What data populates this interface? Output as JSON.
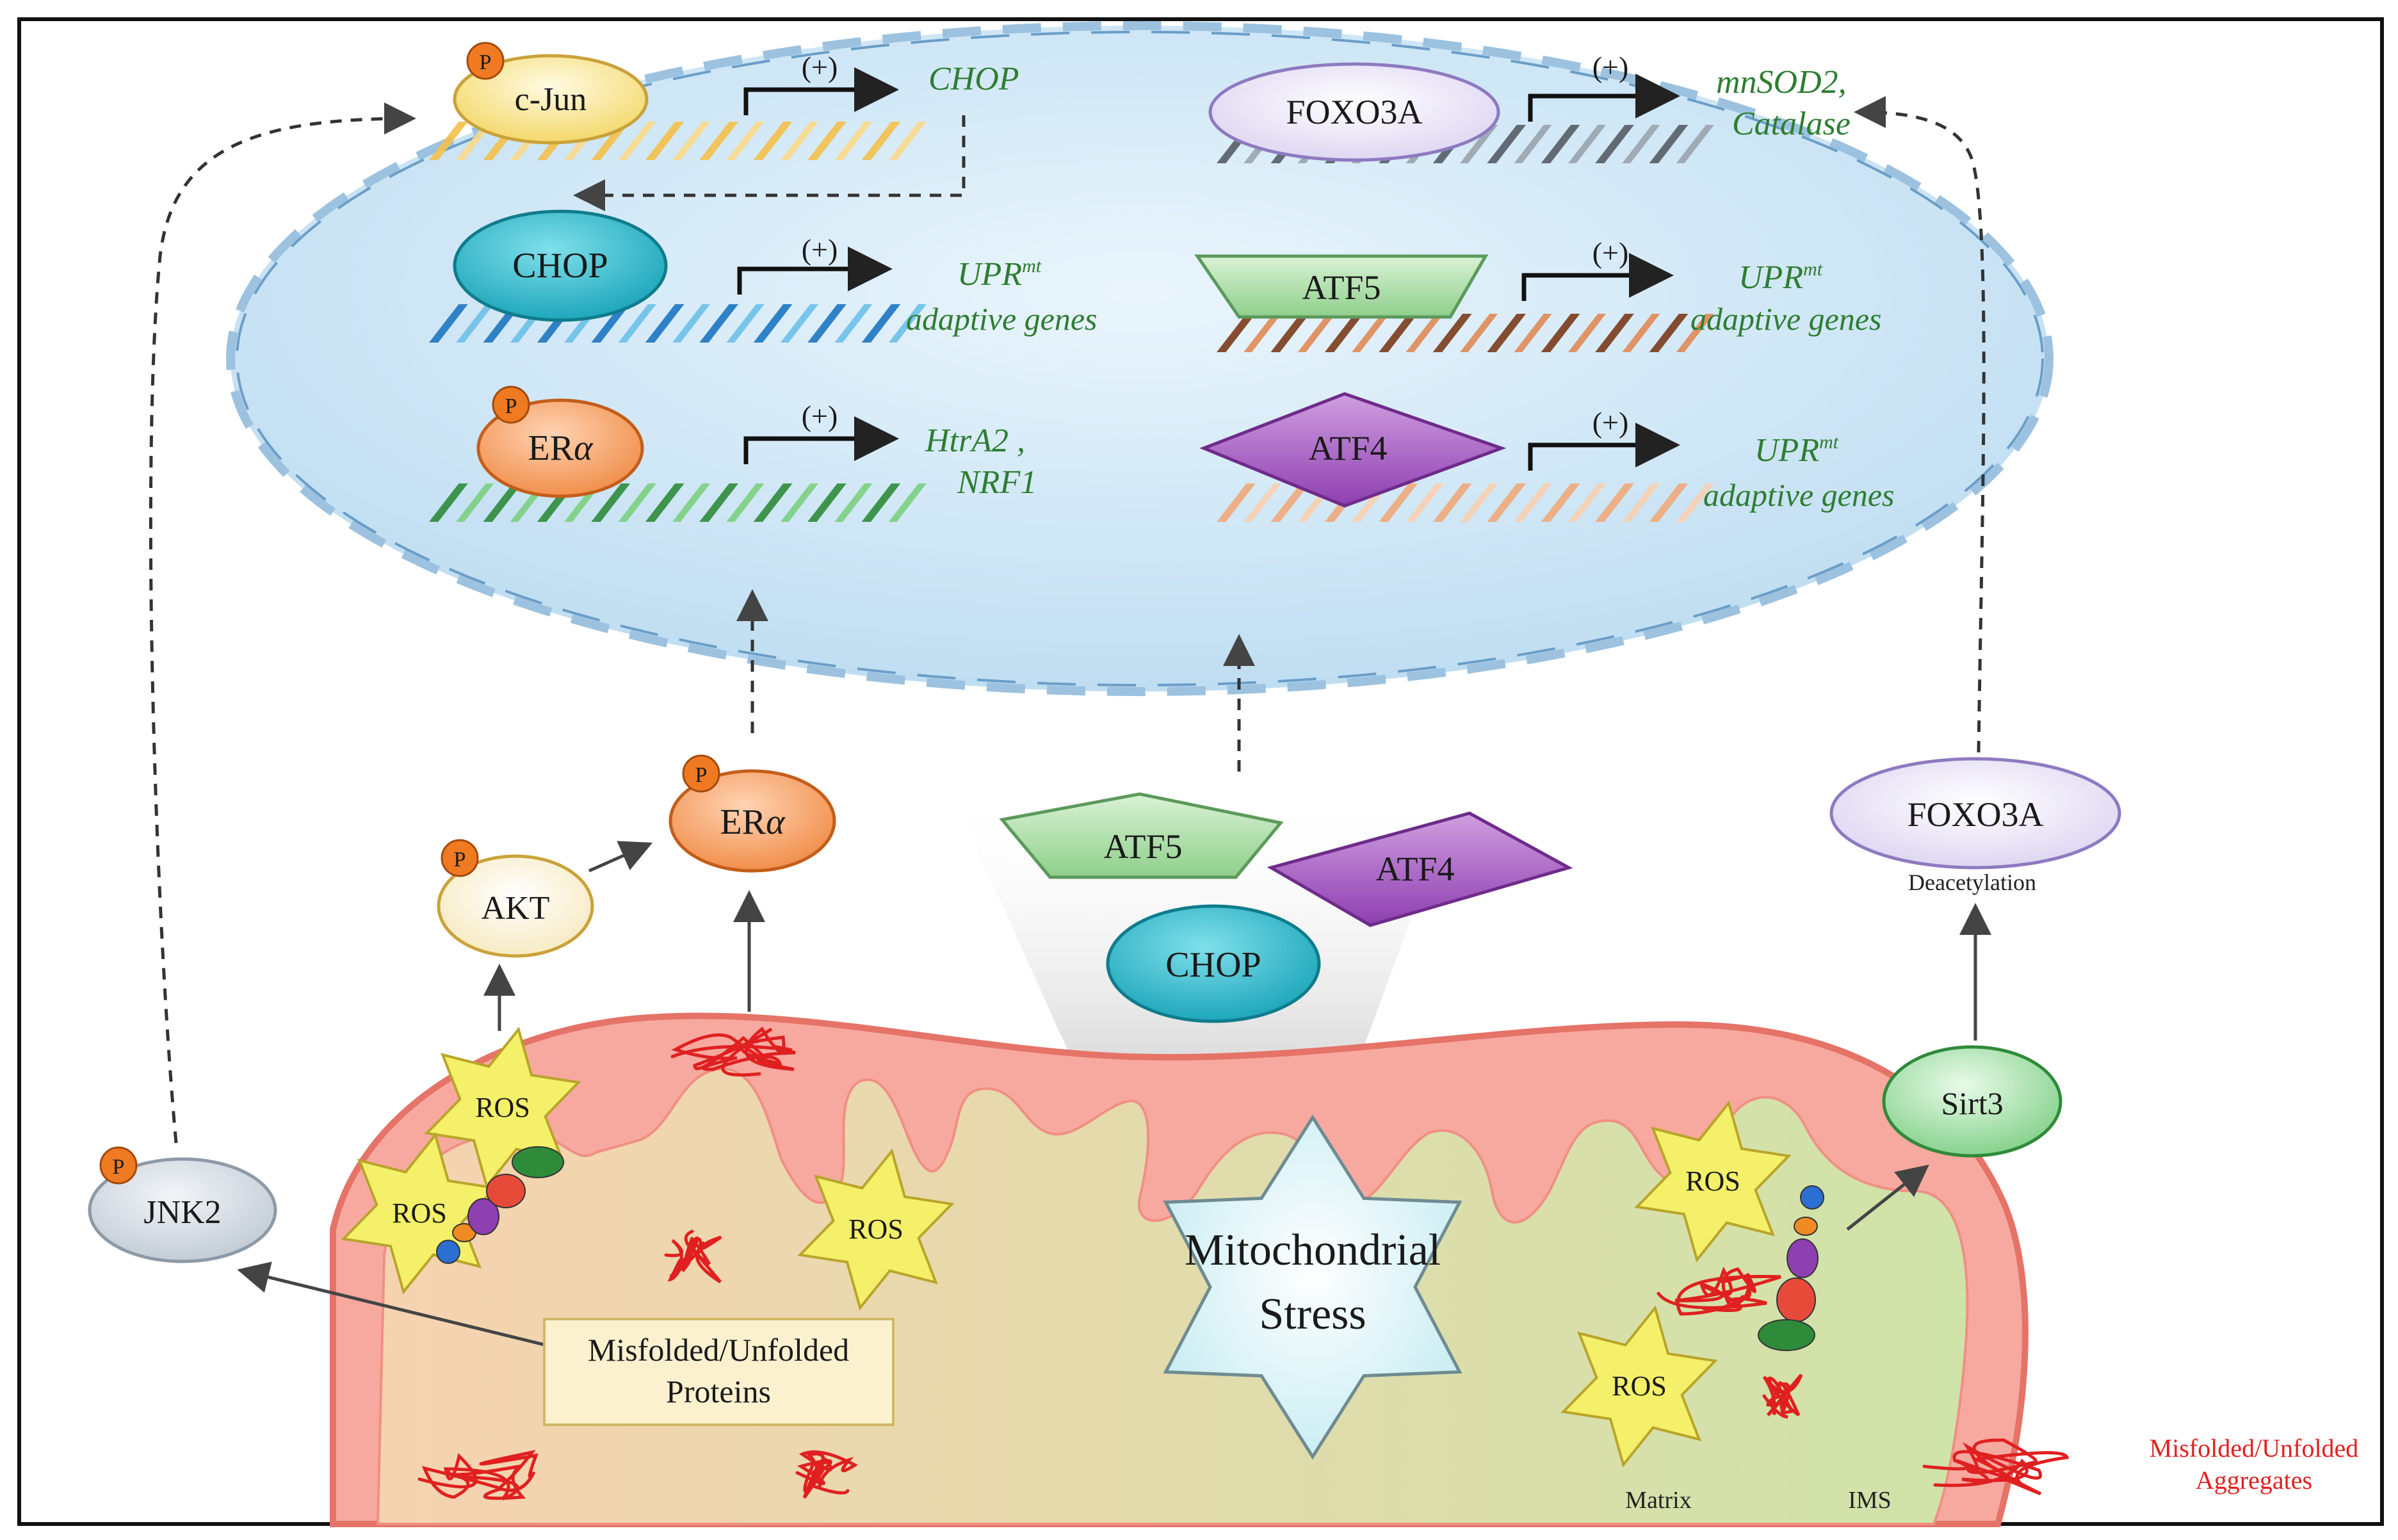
{
  "nucleus": {
    "left": {
      "row1": {
        "factor": "c-Jun",
        "plus": "(+)",
        "gene": "CHOP"
      },
      "row2": {
        "factor": "CHOP",
        "plus": "(+)",
        "gene_line1": "UPR",
        "gene_sup": "mt",
        "gene_line2": "adaptive genes"
      },
      "row3": {
        "factor_base": "ER",
        "factor_greek": "α",
        "plus": "(+)",
        "gene_line1": "HtrA2 ,",
        "gene_line2": "NRF1"
      }
    },
    "right": {
      "row1": {
        "factor": "FOXO3A",
        "plus": "(+)",
        "gene_line1": "mnSOD2,",
        "gene_line2": "Catalase"
      },
      "row2": {
        "factor": "ATF5",
        "plus": "(+)",
        "gene_line1": "UPR",
        "gene_sup": "mt",
        "gene_line2": "adaptive genes"
      },
      "row3": {
        "factor": "ATF4",
        "plus": "(+)",
        "gene_line1": "UPR",
        "gene_sup": "mt",
        "gene_line2": "adaptive genes"
      }
    }
  },
  "phospho": "P",
  "cytoplasm": {
    "jnk2": "JNK2",
    "akt": "AKT",
    "era_base": "ER",
    "era_greek": "α",
    "atf5": "ATF5",
    "atf4": "ATF4",
    "chop": "CHOP",
    "foxo3a": "FOXO3A",
    "deacetylation": "Deacetylation",
    "sirt3": "Sirt3"
  },
  "mito": {
    "ros": "ROS",
    "stress_line1": "Mitochondrial",
    "stress_line2": "Stress",
    "misfolded_line1": "Misfolded/Unfolded",
    "misfolded_line2": "Proteins",
    "matrix": "Matrix",
    "ims": "IMS"
  },
  "legend": {
    "line1": "Misfolded/Unfolded",
    "line2": "Aggregates"
  },
  "colors": {
    "nucleus_fill": "#cfe6f5",
    "nucleus_border": "#7fb0d6",
    "mito_outer": "#f7a9a0",
    "mito_inner": "#f6d3b0",
    "ros_fill": "#f4f06a",
    "gene_text": "#2e7d32",
    "aggregate": "#e02020"
  }
}
